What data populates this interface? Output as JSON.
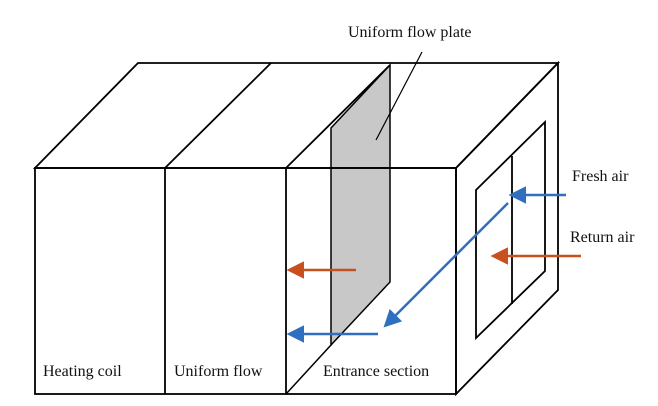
{
  "labels": {
    "uniform_flow_plate": "Uniform flow plate",
    "fresh_air": "Fresh air",
    "return_air": "Return air",
    "heating_coil": "Heating coil",
    "uniform_flow": "Uniform flow",
    "entrance_section": "Entrance section"
  },
  "colors": {
    "outline": "#000000",
    "plate_fill": "#c8c8c8",
    "fresh_air_arrow": "#2f6fbf",
    "return_air_arrow": "#c8501e"
  }
}
